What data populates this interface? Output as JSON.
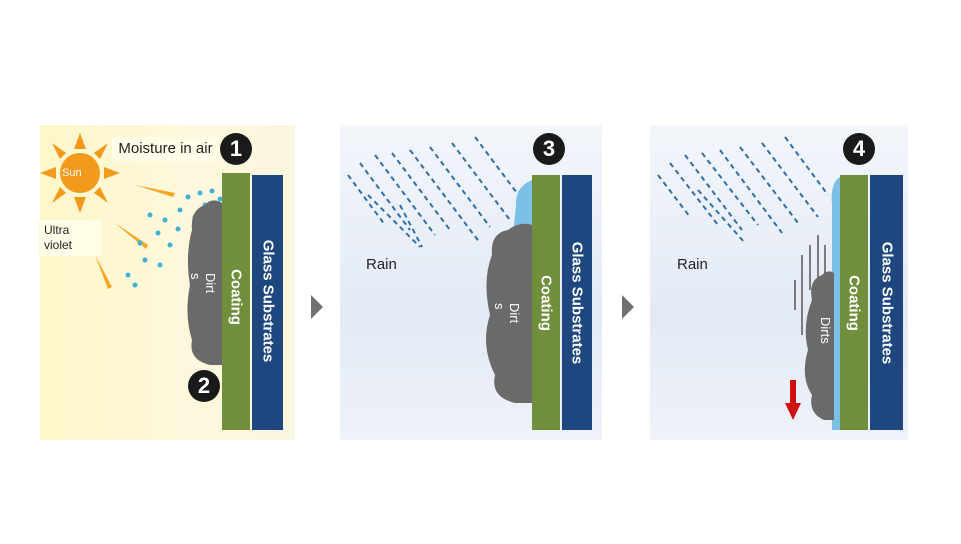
{
  "panel1": {
    "sun": "Sun",
    "moisture": "Moisture in air",
    "ultraviolet": "Ultra violet",
    "dirt": "Dirt s",
    "coating": "Coating",
    "glass": "Glass Substrates",
    "step_a": "1",
    "step_b": "2"
  },
  "panel2": {
    "rain": "Rain",
    "dirt": "Dirt s",
    "coating": "Coating",
    "glass": "Glass Substrates",
    "step": "3"
  },
  "panel3": {
    "rain": "Rain",
    "dirt": "Dirts",
    "coating": "Coating",
    "glass": "Glass Substrates",
    "step": "4"
  },
  "colors": {
    "coating": "#6f8f3c",
    "glass": "#1e4780",
    "dirt": "#6a6a6a",
    "water": "#7bc0e6",
    "rain": "#2e6fa8",
    "sun": "#f29a1c",
    "arrow_down": "#d01010"
  }
}
